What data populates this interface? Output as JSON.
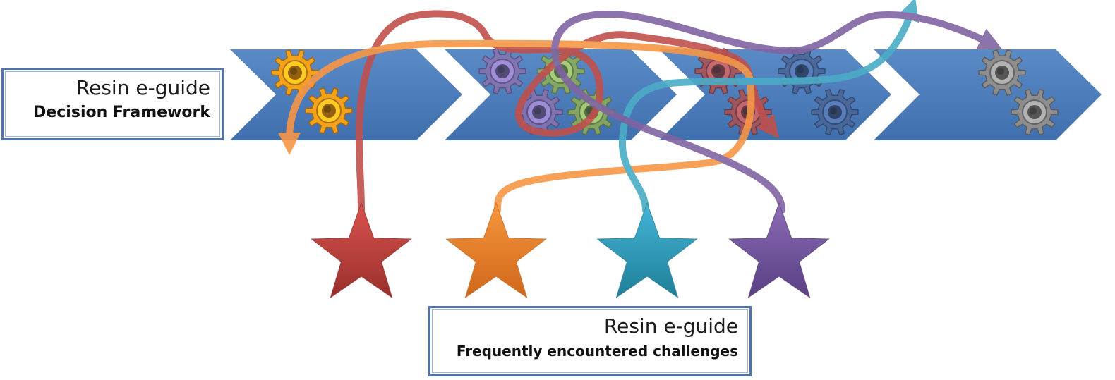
{
  "framework_label": {
    "title": "Resin e-guide",
    "subtitle": "Decision Framework"
  },
  "challenges_label": {
    "title": "Resin e-guide",
    "subtitle": "Frequently encountered challenges"
  },
  "colors": {
    "chevron_band": "#4f81bd",
    "red": "#c0504d",
    "orange": "#f79646",
    "teal": "#4bacc6",
    "purple": "#8064a2",
    "gear_orange": "#f5a21b",
    "gear_purple": "#8a72b0",
    "gear_green": "#8fae55",
    "gear_red": "#b0504e",
    "gear_blue": "#4a6596",
    "gear_gray": "#8e8e8e"
  },
  "stages": [
    {
      "gears": [
        "gear_orange",
        "gear_orange"
      ]
    },
    {
      "gears": [
        "gear_purple",
        "gear_green",
        "gear_purple",
        "gear_green"
      ]
    },
    {
      "gears": [
        "gear_red",
        "gear_blue",
        "gear_red",
        "gear_blue"
      ]
    },
    {
      "gears": [
        "gear_gray",
        "gear_gray"
      ]
    }
  ],
  "stars": [
    {
      "color": "red",
      "icon": "star-icon"
    },
    {
      "color": "orange",
      "icon": "star-icon"
    },
    {
      "color": "teal",
      "icon": "star-icon"
    },
    {
      "color": "purple",
      "icon": "star-icon"
    }
  ],
  "connectors": [
    {
      "color": "red",
      "from": "star-1",
      "to": "stage-3"
    },
    {
      "color": "orange",
      "from": "star-2",
      "to": "stage-1"
    },
    {
      "color": "teal",
      "from": "star-3",
      "to": "stage-4"
    },
    {
      "color": "purple",
      "from": "star-4",
      "to": "stage-4"
    }
  ]
}
